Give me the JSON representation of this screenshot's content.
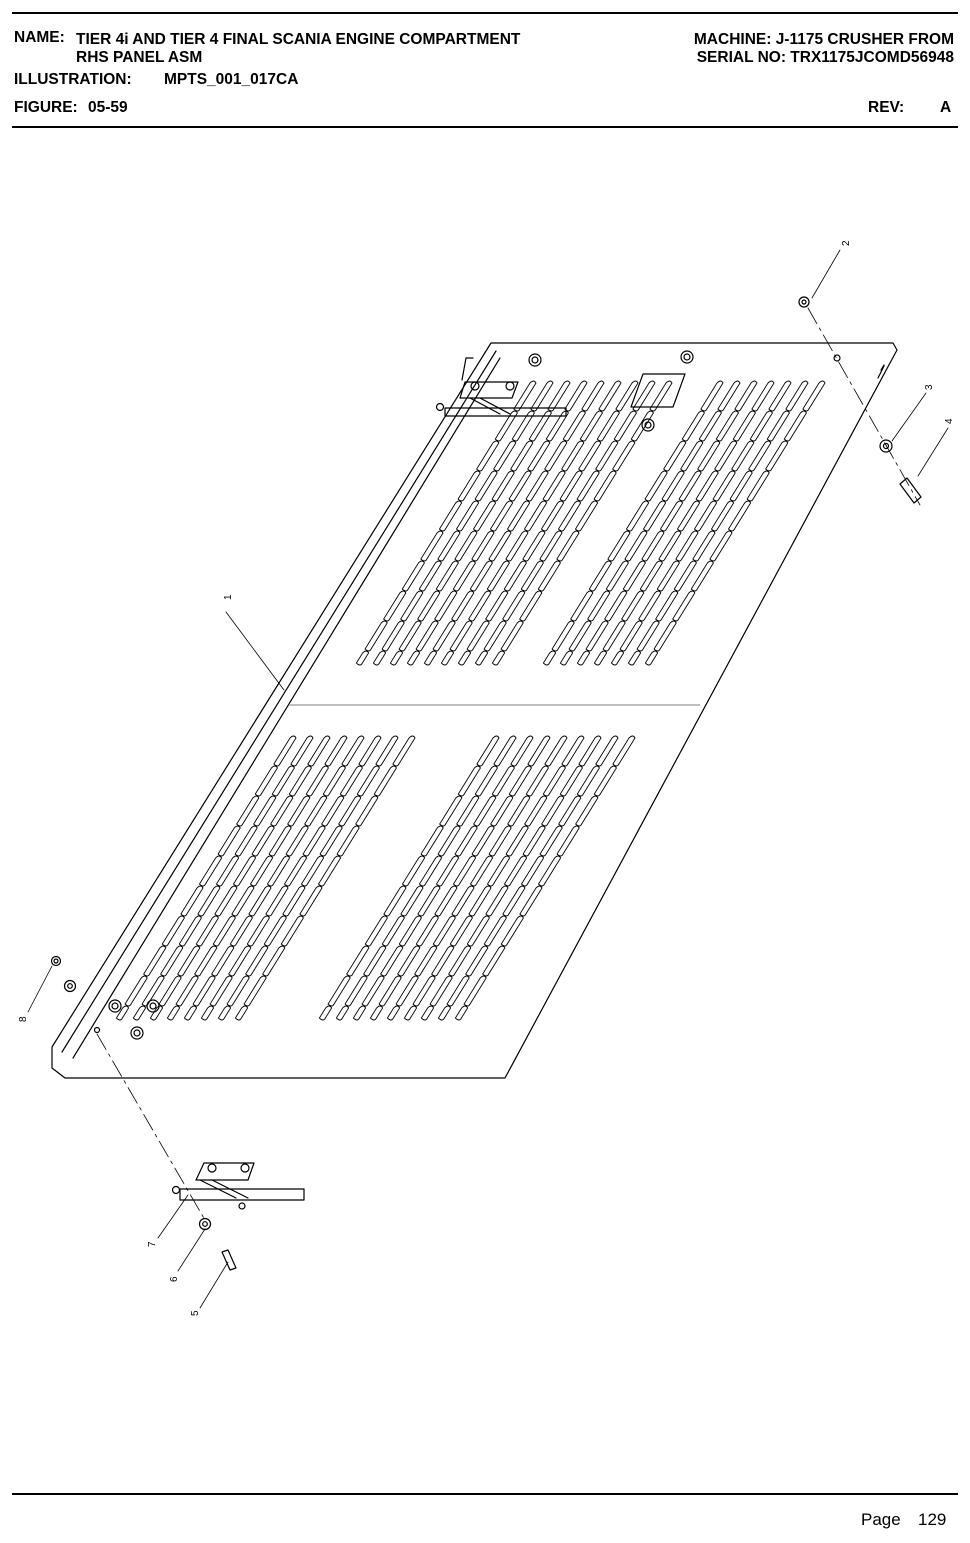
{
  "header": {
    "name_label": "NAME:",
    "name_line1": "TIER 4i AND TIER 4 FINAL SCANIA ENGINE COMPARTMENT",
    "name_line2": "RHS PANEL ASM",
    "illustration_label": "ILLUSTRATION:",
    "illustration_value": "MPTS_001_017CA",
    "figure_label": "FIGURE:",
    "figure_value": "05-59",
    "machine": "MACHINE: J-1175 CRUSHER FROM",
    "serial": "SERIAL NO: TRX1175JCOMD56948",
    "rev_label": "REV:",
    "rev_value": "A"
  },
  "callouts": {
    "c1": "1",
    "c2": "2",
    "c3": "3",
    "c4": "4",
    "c5": "5",
    "c6": "6",
    "c7": "7",
    "c8": "8"
  },
  "footer": {
    "page_label": "Page",
    "page_number": "129"
  }
}
